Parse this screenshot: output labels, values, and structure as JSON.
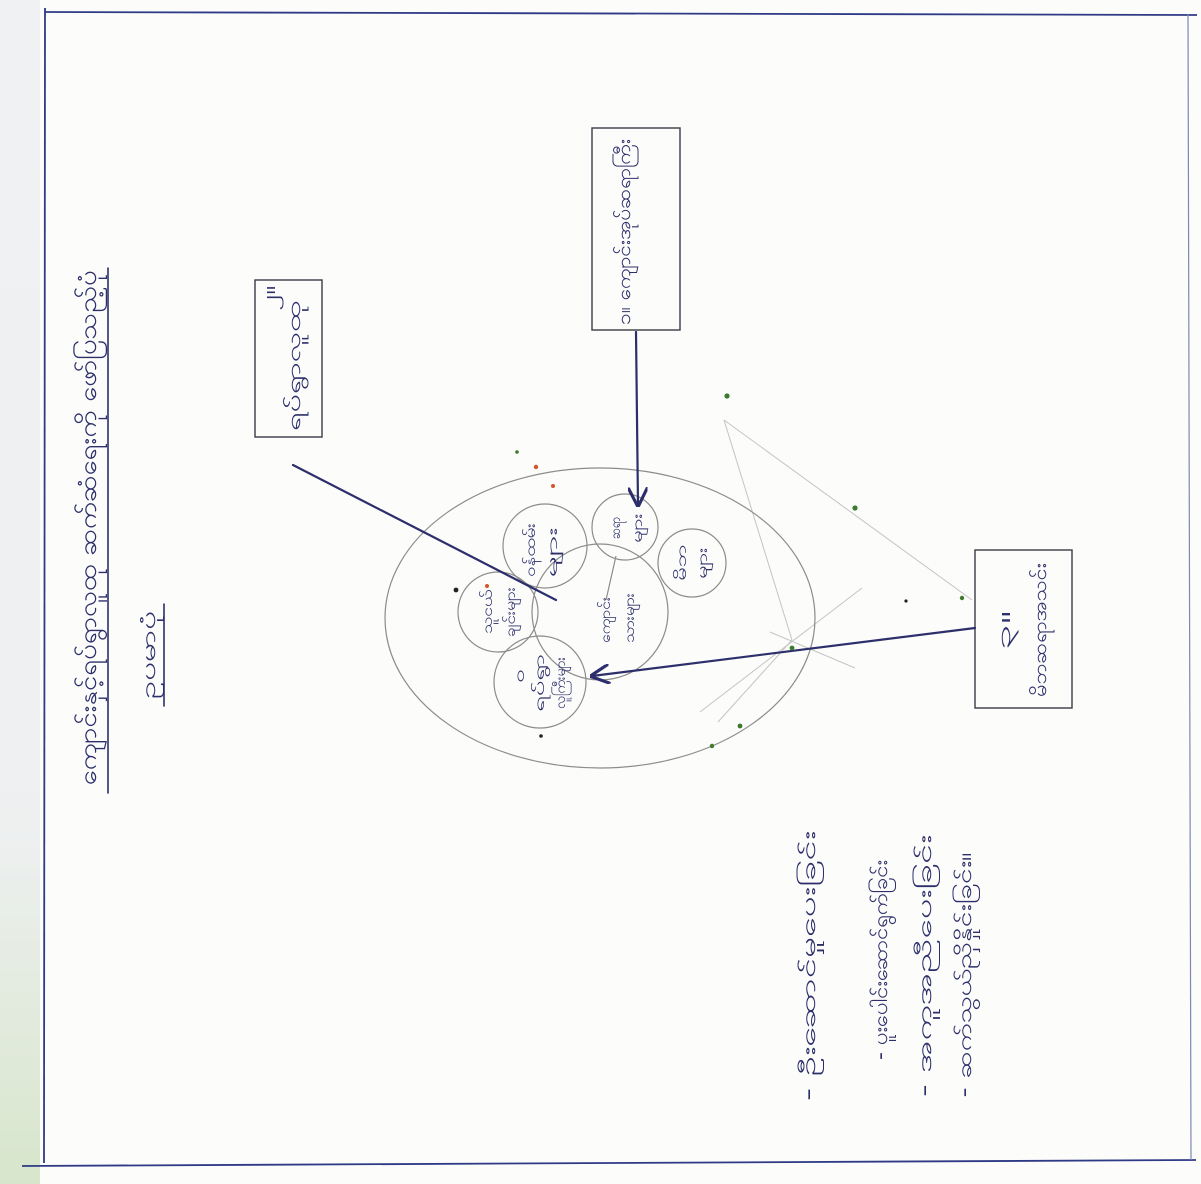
{
  "colors": {
    "paper": "#fcfcfb",
    "ink": "#2c2f6b",
    "pencil": "#8c8c8c",
    "frame": "#2f3a86",
    "speck_green": "#3d7a2c",
    "speck_red": "#d0572b"
  },
  "title": "ကျောင်းနှင့်ရပ်ရွာလူထု ဆက်ဆံရေးကို ဖော်ပြသည့်ပုံ",
  "subtitle": "ဥပမာပုံ",
  "boxes": {
    "top": {
      "lines": [
        "၁။ ကျောင်းအုပ်ဆရာကြီး"
      ]
    },
    "left": {
      "lines": [
        "၂။",
        "ရပ်ရွာလူထု"
      ]
    },
    "right": {
      "lines": [
        "၃။",
        "မိဘဆရာအသင်း"
      ]
    }
  },
  "circles": {
    "center": [
      "ကျောင်း",
      "သားများ"
    ],
    "upper": [
      "ဆရာ",
      "များ"
    ],
    "upper_right": [
      "မိဘ",
      "များ"
    ],
    "upper_left": [
      "ဝန်ထမ်း",
      "များ"
    ],
    "left": [
      "သူငယ်",
      "ချင်းများ"
    ],
    "lower": [
      "၀",
      "ရပ်ရွာ",
      "လူကြီးများ"
    ]
  },
  "notes": [
    "- ဦးဆောင်မှုပေးခြင်း",
    "- ပူးပေါင်းဆောင်ရွက်ခြင်း",
    "- အကူအညီပေးခြင်း",
    "- ဆက်သွယ်ညှိနှိုင်းခြင်း။"
  ]
}
